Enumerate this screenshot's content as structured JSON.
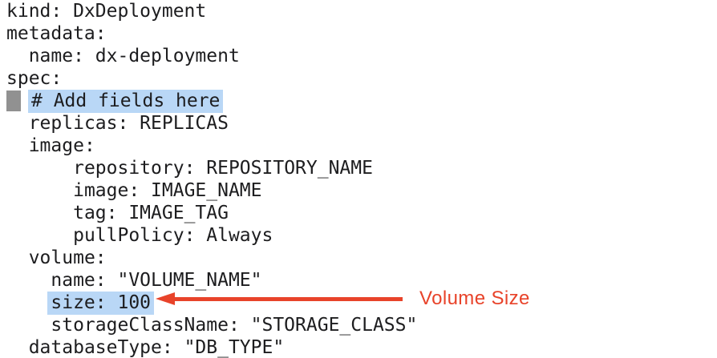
{
  "document": {
    "kind_of_content": "yaml-code-snippet",
    "code": {
      "lines": [
        {
          "indent": "",
          "text": "kind: DxDeployment"
        },
        {
          "indent": "",
          "text": "metadata:"
        },
        {
          "indent": "  ",
          "text": "name: dx-deployment"
        },
        {
          "indent": "",
          "text": "spec:"
        },
        {
          "indent": "",
          "text": "# Add fields here",
          "highlight": true,
          "cursor": true
        },
        {
          "indent": "  ",
          "text": "replicas: REPLICAS"
        },
        {
          "indent": "  ",
          "text": "image:"
        },
        {
          "indent": "      ",
          "text": "repository: REPOSITORY_NAME"
        },
        {
          "indent": "      ",
          "text": "image: IMAGE_NAME"
        },
        {
          "indent": "      ",
          "text": "tag: IMAGE_TAG"
        },
        {
          "indent": "      ",
          "text": "pullPolicy: Always"
        },
        {
          "indent": "  ",
          "text": "volume:"
        },
        {
          "indent": "    ",
          "text": "name: \"VOLUME_NAME\""
        },
        {
          "indent": "    ",
          "text": "size: 100",
          "highlight": true,
          "arrow_target": true
        },
        {
          "indent": "    ",
          "text": "storageClassName: \"STORAGE_CLASS\""
        },
        {
          "indent": "  ",
          "text": "databaseType: \"DB_TYPE\""
        }
      ]
    },
    "annotation": {
      "label": "Volume Size",
      "points_to": "size: 100"
    },
    "colors": {
      "background": "#ffffff",
      "text": "#1d1d1f",
      "selection_highlight": "#b9d7f6",
      "cursor_block": "#919191",
      "annotation_accent": "#e8432a"
    }
  }
}
